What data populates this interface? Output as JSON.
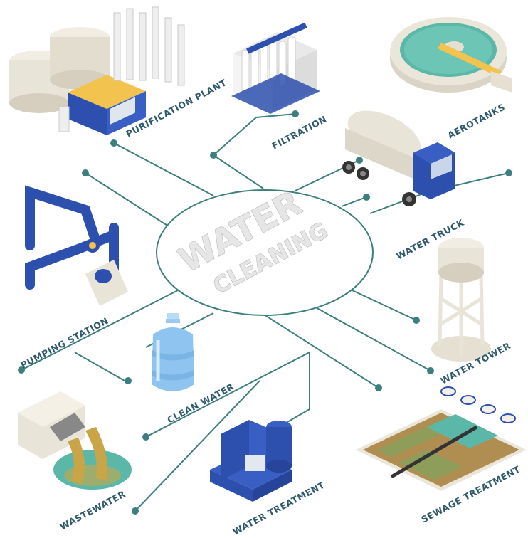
{
  "center": {
    "line1": "WATER",
    "line2": "CLEANING"
  },
  "labels": {
    "purification_plant": "PURIFICATION PLANT",
    "filtration": "FILTRATION",
    "aerotanks": "AEROTANKS",
    "water_truck": "WATER TRUCK",
    "pumping_station": "PUMPING STATION",
    "water_tower": "WATER TOWER",
    "clean_water": "CLEAN WATER",
    "wastewater": "WASTEWATER",
    "water_treatment": "WATER TREATMENT",
    "sewage_treatment": "SEWAGE TREATMENT"
  },
  "colors": {
    "connector": "#3d7f7f",
    "label": "#2f5a6e",
    "blue": "#2d4fae",
    "tank": "#e9e4d8",
    "water": "#5bb8a8"
  }
}
